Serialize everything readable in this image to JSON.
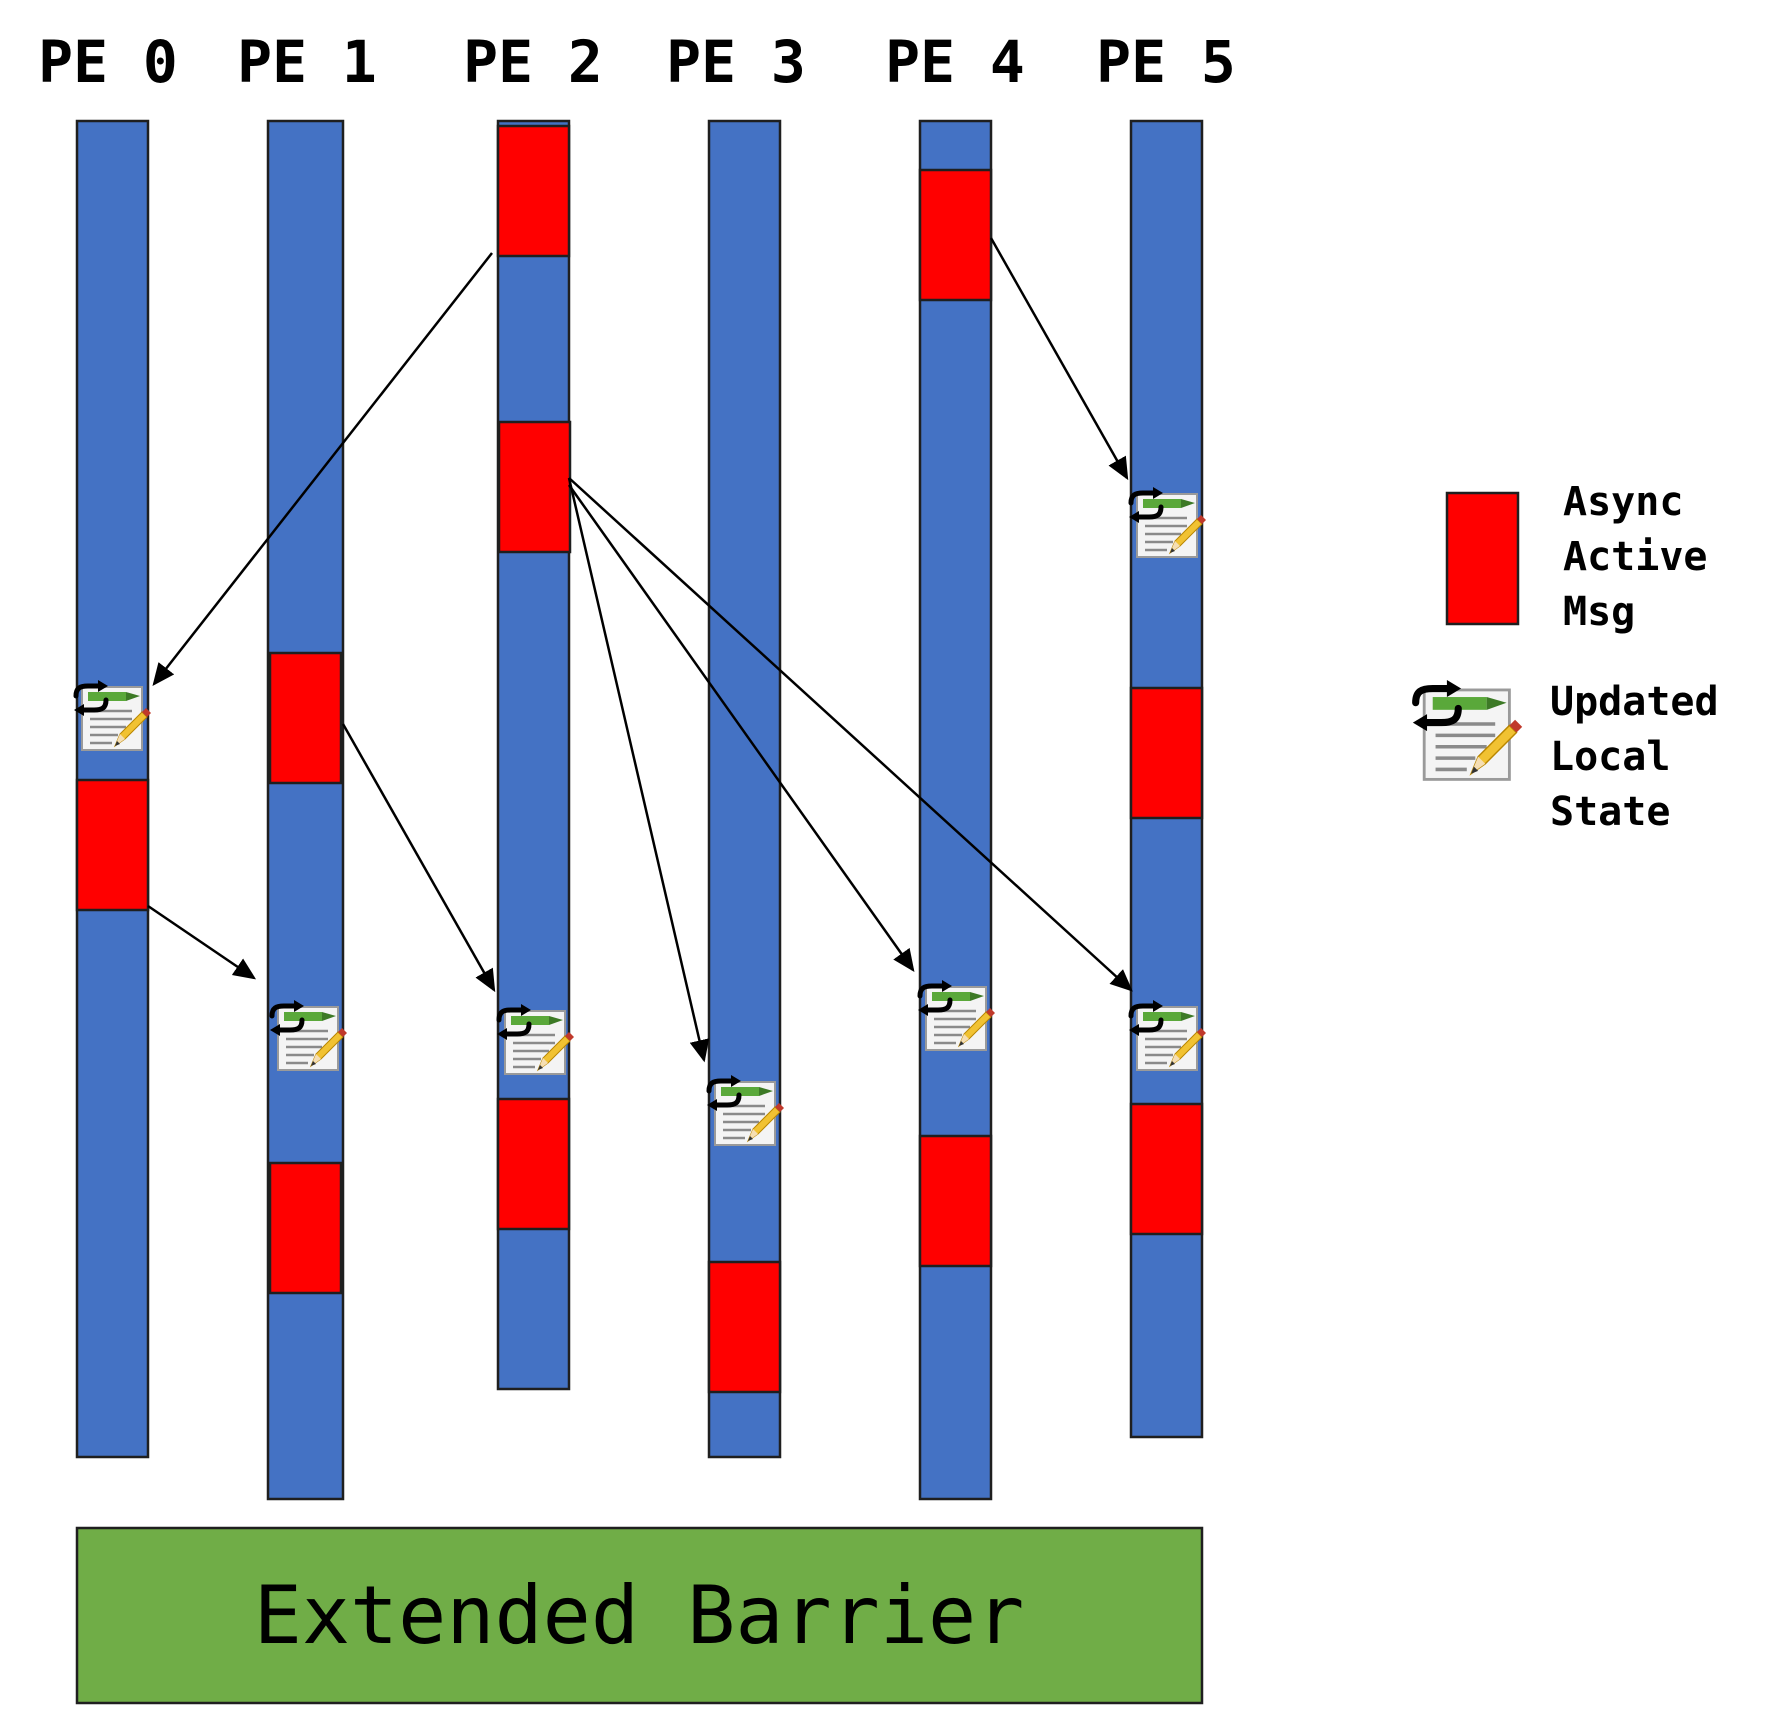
{
  "processing_elements": [
    {
      "label": "PE 0"
    },
    {
      "label": "PE 1"
    },
    {
      "label": "PE 2"
    },
    {
      "label": "PE 3"
    },
    {
      "label": "PE 4"
    },
    {
      "label": "PE 5"
    }
  ],
  "barrier": {
    "label": "Extended Barrier"
  },
  "legend": {
    "async_lines": [
      "Async",
      "Active",
      "Msg"
    ],
    "state_lines": [
      "Updated",
      "Local",
      "State"
    ]
  },
  "icons": {
    "async_block": "red-block",
    "local_state": "updated-document-icon",
    "message": "arrow"
  },
  "colors": {
    "timeline": "#4472C4",
    "async_message": "#FF0000",
    "barrier": "#70AD47",
    "outline": "#1f1f1f",
    "arrow": "#000000"
  }
}
